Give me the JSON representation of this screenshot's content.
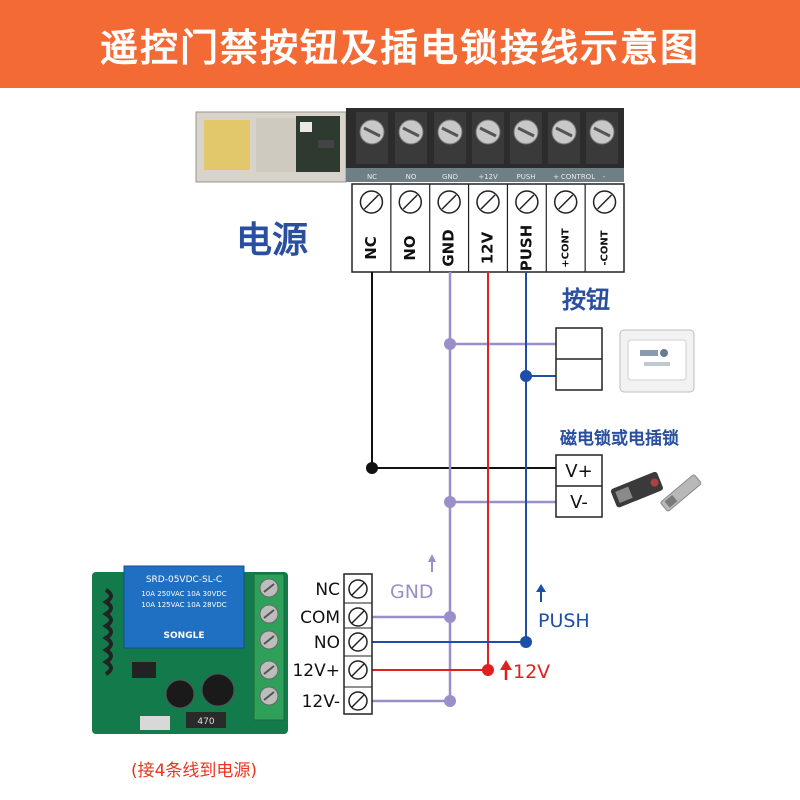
{
  "title": "遥控门禁按钮及插电锁接线示意图",
  "power_label": "电源",
  "button_label": "按钮",
  "lock_label": "磁电锁或电插锁",
  "power_terminals": [
    "NC",
    "NO",
    "GND",
    "12V",
    "PUSH",
    "+CONT",
    "-CONT"
  ],
  "printed_block_labels": [
    "NC",
    "NO",
    "GND",
    "+12V",
    "PUSH",
    "+",
    "CONTROL",
    "-"
  ],
  "lock_terminals": [
    "V+",
    "V-"
  ],
  "relay_terminals": [
    "NC",
    "COM",
    "NO",
    "12V+",
    "12V-"
  ],
  "wire_labels": {
    "gnd": "GND",
    "push": "PUSH",
    "v12": "12V"
  },
  "relay_printed": {
    "model": "SRD-05VDC-SL-C",
    "rating1": "10A 250VAC  10A 30VDC",
    "rating2": "10A 125VAC  10A 28VDC",
    "brand": "SONGLE",
    "resistor": "470"
  },
  "footer_note": "(接4条线到电源)",
  "colors": {
    "banner": "#f46a35",
    "gnd_wire": "#9a8fc8",
    "push_wire": "#1e4fa8",
    "v12_wire": "#e02020",
    "nc_wire": "#111111",
    "label_blue": "#2a4f9e",
    "footer_red": "#e8341c"
  }
}
